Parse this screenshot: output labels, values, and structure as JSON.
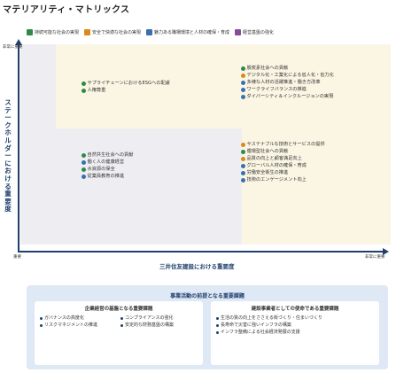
{
  "page": {
    "title": "マテリアリティ・マトリックス"
  },
  "legend": [
    {
      "label": "持続可能な社会の実現",
      "color": "#2f8a4a",
      "icon": "square-icon"
    },
    {
      "label": "安全で快適な社会の実現",
      "color": "#d98a1c",
      "icon": "square-icon"
    },
    {
      "label": "魅力ある職場環境と人材の確保・育成",
      "color": "#3a6fb0",
      "icon": "square-icon"
    },
    {
      "label": "経営基盤の強化",
      "color": "#8a4a9a",
      "icon": "square-icon"
    }
  ],
  "axes": {
    "y_top_label": "非常に重要",
    "y_title": "ステークホルダーにおける重要度",
    "x_left_label": "重要",
    "x_right_label": "非常に重要",
    "x_title": "三井住友建設における重要度"
  },
  "chart_data": {
    "type": "scatter",
    "xlabel": "三井住友建設における重要度",
    "ylabel": "ステークホルダーにおける重要度",
    "clusters": [
      {
        "position": "top-middle",
        "issues": [
          {
            "label": "サプライチェーンにおけるESGへの配慮",
            "color": "#2f8a4a"
          },
          {
            "label": "人権尊重",
            "color": "#2f8a4a"
          }
        ]
      },
      {
        "position": "top-right",
        "issues": [
          {
            "label": "脱炭素社会への貢献",
            "color": "#2f8a4a"
          },
          {
            "label": "デジタル化・工業化による省人化・省力化",
            "color": "#d98a1c"
          },
          {
            "label": "多様な人材の活躍推進・働き方改革",
            "color": "#3a6fb0"
          },
          {
            "label": "ワークライフバランスの推進",
            "color": "#3a6fb0"
          },
          {
            "label": "ダイバーシティ＆インクルージョンの実現",
            "color": "#3a6fb0"
          }
        ]
      },
      {
        "position": "middle-left",
        "issues": [
          {
            "label": "自然共生社会への貢献",
            "color": "#2f8a4a"
          },
          {
            "label": "働く人の健康経営",
            "color": "#3a6fb0"
          },
          {
            "label": "水資源の保全",
            "color": "#2f8a4a"
          },
          {
            "label": "従業員教育の推進",
            "color": "#3a6fb0"
          }
        ]
      },
      {
        "position": "middle-right",
        "issues": [
          {
            "label": "サステナブルな技術とサービスの提供",
            "color": "#d98a1c"
          },
          {
            "label": "循環型社会への貢献",
            "color": "#2f8a4a"
          },
          {
            "label": "品質の向上と顧客満足向上",
            "color": "#d98a1c"
          },
          {
            "label": "グローバル人材の確保・育成",
            "color": "#3a6fb0"
          },
          {
            "label": "労働安全衛生の推進",
            "color": "#3a6fb0"
          },
          {
            "label": "技術のエンゲージメント向上",
            "color": "#3a6fb0"
          }
        ]
      }
    ]
  },
  "premise": {
    "title": "事業活動の前提となる重要課題",
    "left": {
      "title": "企業経営の基盤となる重要課題",
      "items": [
        "ガバナンスの高度化",
        "コンプライアンスの強化",
        "リスクマネジメントの推進",
        "安定的な財務基盤の構築"
      ]
    },
    "right": {
      "title": "建設事業者としての使命である重要課題",
      "items": [
        "生活の質の向上をささえる街づくり・住まいづくり",
        "長寿命で災害に強いインフラの構築",
        "インフラ整備による社会経済発展の支援"
      ]
    }
  }
}
